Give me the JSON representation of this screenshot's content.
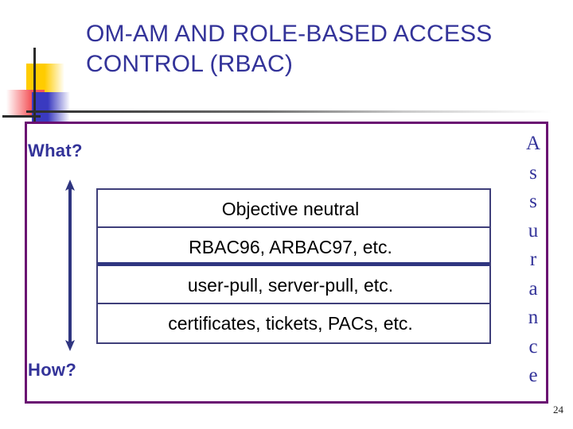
{
  "slide": {
    "title": "OM-AM AND ROLE-BASED ACCESS CONTROL (RBAC)",
    "page_number": "24",
    "title_color": "#333399",
    "frame_color": "#6A1072",
    "table_border_color": "#3F3F7A",
    "accent_rule_color": "#2F3580"
  },
  "labels": {
    "what": "What?",
    "how": "How?"
  },
  "layers": {
    "rows": [
      {
        "text": "Objective neutral",
        "separator": "thin"
      },
      {
        "text": "RBAC96, ARBAC97, etc.",
        "separator": "thick"
      },
      {
        "text": "user-pull, server-pull, etc.",
        "separator": "thin"
      },
      {
        "text": "certificates, tickets, PACs, etc.",
        "separator": "none"
      }
    ]
  },
  "assurance": {
    "word": "Assurance",
    "letters": [
      "A",
      "s",
      "s",
      "u",
      "r",
      "a",
      "n",
      "c",
      "e"
    ]
  },
  "icons": {
    "arrow": "double-headed-vertical-arrow",
    "logo": "powerpoint-corner-squares-logo"
  }
}
